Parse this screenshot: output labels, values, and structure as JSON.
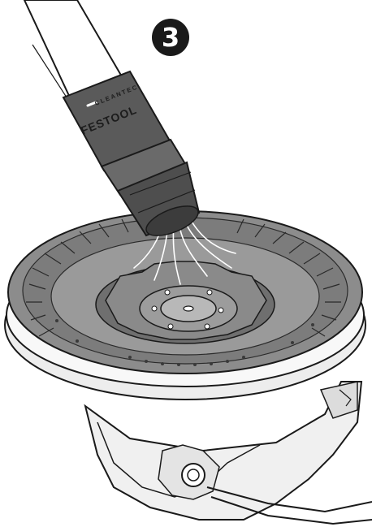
{
  "step": {
    "number": "3"
  },
  "hose_label": {
    "brand": "FESTOOL",
    "model": "CLEANTEC"
  },
  "colors": {
    "plate": "#8a8a8a",
    "plate_dark": "#5f5f5f",
    "plate_light": "#b4b4b4",
    "housing": "#e9e9e9",
    "hose_connector": "#5a5a5a",
    "outline": "#1a1a1a",
    "badge": "#1a1a1a"
  },
  "icons": [
    "step-number-badge",
    "vacuum-hose",
    "sanding-pad",
    "airflow-lines",
    "machine-housing"
  ]
}
